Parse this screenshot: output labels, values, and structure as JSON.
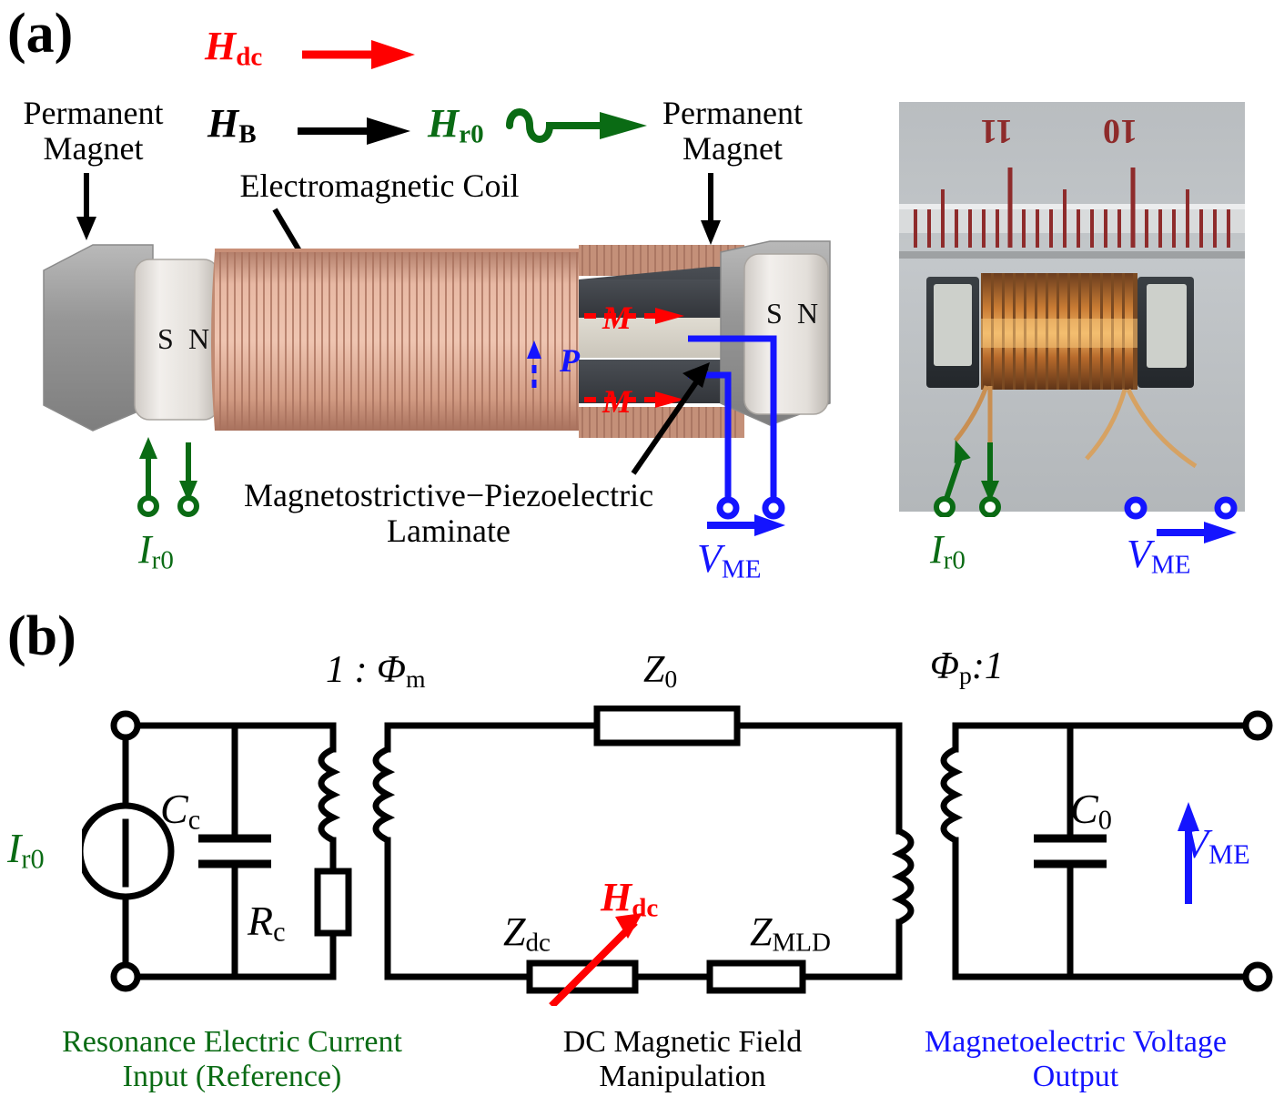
{
  "figure": {
    "panel_a_label": "(a)",
    "panel_b_label": "(b)"
  },
  "panel_a": {
    "field_labels": [
      {
        "name": "H_dc",
        "base": "H",
        "sub": "dc",
        "color": "#ff0000",
        "arrow": "straight"
      },
      {
        "name": "H_B",
        "base": "H",
        "sub": "B",
        "color": "#000000",
        "arrow": "straight"
      },
      {
        "name": "H_r0",
        "base": "H",
        "sub": "r0",
        "color": "#0a6b14",
        "arrow": "wavy"
      }
    ],
    "annotations": {
      "permanent_magnet_left": "Permanent\nMagnet",
      "permanent_magnet_left_line1": "Permanent",
      "permanent_magnet_left_line2": "Magnet",
      "permanent_magnet_right_line1": "Permanent",
      "permanent_magnet_right_line2": "Magnet",
      "electromagnetic_coil": "Electromagnetic Coil",
      "laminate_line1": "Magnetostrictive−Piezoelectric",
      "laminate_line2": "Laminate"
    },
    "magnet_poles": {
      "south": "S",
      "north": "N"
    },
    "laminate_layers": [
      {
        "name": "magnetostrictive-top",
        "label": "M",
        "color": "#ff0000",
        "dir": "right"
      },
      {
        "name": "piezoelectric",
        "label": "P",
        "color": "#1414ff",
        "dir": "up"
      },
      {
        "name": "magnetostrictive-bottom",
        "label": "M",
        "color": "#ff0000",
        "dir": "right"
      }
    ],
    "terminals": {
      "input_label_base": "I",
      "input_label_sub": "r0",
      "input_color": "#0a6b14",
      "output_label_base": "V",
      "output_label_sub": "ME",
      "output_color": "#1414ff"
    },
    "photo": {
      "ruler_marks": [
        "11",
        "10"
      ],
      "ruler_color": "#8e2b2b",
      "input_label_base": "I",
      "input_label_sub": "r0",
      "output_label_base": "V",
      "output_label_sub": "ME"
    }
  },
  "panel_b": {
    "transformer_labels": [
      {
        "name": "input-transformer-ratio",
        "text_prefix": "1 : ",
        "base": "Φ",
        "sub": "m"
      },
      {
        "name": "output-transformer-ratio",
        "base": "Φ",
        "sub": "p",
        "text_suffix": ":1"
      }
    ],
    "components": [
      {
        "name": "current-source",
        "base": "I",
        "sub": "r0",
        "color": "#0a6b14",
        "type": "source"
      },
      {
        "name": "coil-capacitance",
        "base": "C",
        "sub": "c",
        "color": "#000000",
        "type": "capacitor"
      },
      {
        "name": "coil-resistance",
        "base": "R",
        "sub": "c",
        "color": "#000000",
        "type": "resistor"
      },
      {
        "name": "z0-impedance",
        "base": "Z",
        "sub": "0",
        "color": "#000000",
        "type": "resistor"
      },
      {
        "name": "zdc-impedance",
        "base": "Z",
        "sub": "dc",
        "color": "#000000",
        "type": "variable-resistor"
      },
      {
        "name": "zmld-impedance",
        "base": "Z",
        "sub": "MLD",
        "color": "#000000",
        "type": "resistor"
      },
      {
        "name": "output-capacitance",
        "base": "C",
        "sub": "0",
        "color": "#000000",
        "type": "capacitor"
      },
      {
        "name": "output-voltage",
        "base": "V",
        "sub": "ME",
        "color": "#1414ff",
        "type": "voltage-arrow"
      },
      {
        "name": "hdc-control",
        "base": "H",
        "sub": "dc",
        "color": "#ff0000",
        "type": "control-arrow"
      }
    ],
    "captions": [
      {
        "name": "input-caption",
        "line1": "Resonance Electric Current",
        "line2": "Input (Reference)",
        "color": "#0a6b14"
      },
      {
        "name": "middle-caption",
        "line1": "DC Magnetic Field",
        "line2": "Manipulation",
        "color": "#000000"
      },
      {
        "name": "output-caption",
        "line1": "Magnetoelectric Voltage",
        "line2": "Output",
        "color": "#1414ff"
      }
    ]
  },
  "colors": {
    "red": "#ff0000",
    "green": "#0a6b14",
    "blue": "#1414ff",
    "black": "#000000",
    "copper": "#d79e8a",
    "magnet_gray": "#9c9c9c",
    "magnet_light": "#e8e4e0",
    "laminate_dark": "#3c3f44",
    "laminate_light": "#d6d2c8"
  }
}
